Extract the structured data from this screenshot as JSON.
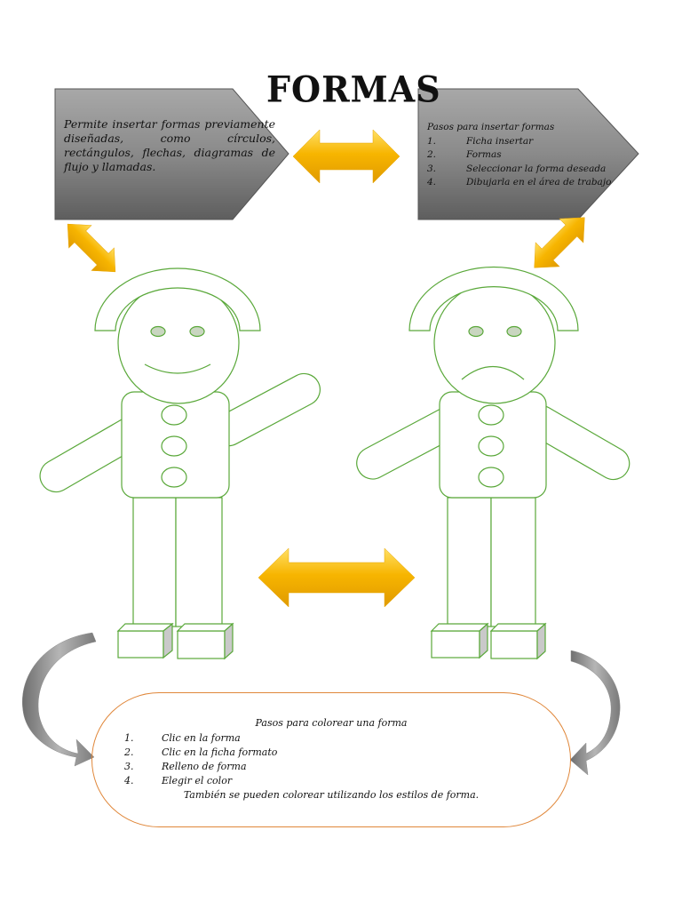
{
  "title": "FORMAS",
  "left_box": {
    "text": "Permite insertar formas previamente diseñadas, como círculos, rectángulos, flechas, diagramas de flujo y llamadas."
  },
  "right_box": {
    "heading": "Pasos para insertar formas",
    "steps": [
      {
        "num": "1.",
        "text": "Ficha insertar"
      },
      {
        "num": "2.",
        "text": "Formas"
      },
      {
        "num": "3.",
        "text": "Seleccionar la forma deseada"
      },
      {
        "num": "4.",
        "text": "Dibujarla en el área de trabajo"
      }
    ]
  },
  "bottom_box": {
    "heading": "Pasos para colorear una forma",
    "steps": [
      {
        "num": "1.",
        "text": "Clic en la forma"
      },
      {
        "num": "2.",
        "text": "Clic en la ficha formato"
      },
      {
        "num": "3.",
        "text": "Relleno de forma"
      },
      {
        "num": "4.",
        "text": "Elegir el color"
      }
    ],
    "note": "También se pueden colorear utilizando los estilos de forma."
  },
  "colors": {
    "figure_outline": "#5aa83a",
    "arrow_gold": "#f6b300",
    "box_gray": "#7f7f7f",
    "pill_border": "#e0873a",
    "curved_arrow": "#8c8c8c"
  }
}
